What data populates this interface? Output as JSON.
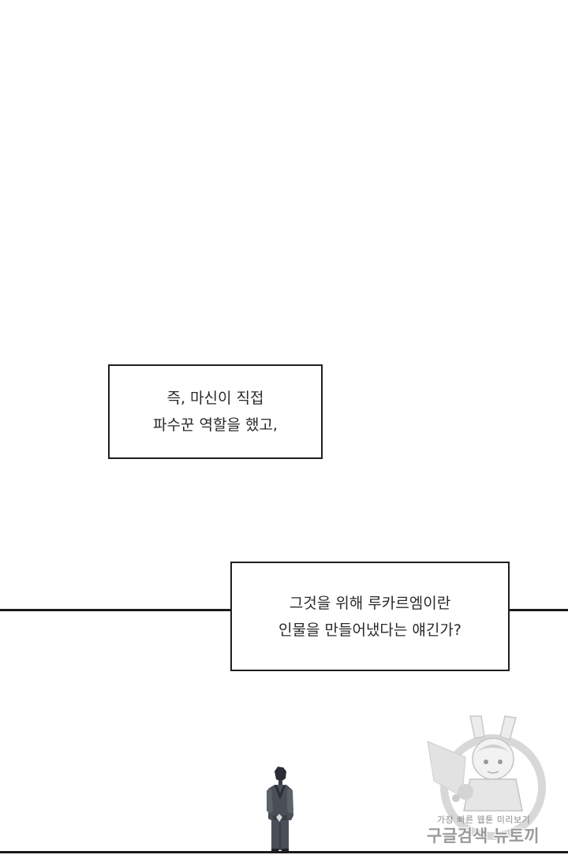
{
  "captions": [
    {
      "lines": [
        "즉, 마신이 직접",
        "파수꾼 역할을 했고,"
      ]
    },
    {
      "lines": [
        "그것을 위해 루카르엠이란",
        "인물을 만들어냈다는 얘긴가?"
      ]
    }
  ],
  "watermark": {
    "tagline": "가장 빠른 웹툰 미리보기",
    "name": "구글검색 뉴토끼"
  },
  "colors": {
    "background": "#ffffff",
    "border": "#1e1e1e",
    "text": "#2a2a2a",
    "watermark": "#9a9a9a"
  }
}
